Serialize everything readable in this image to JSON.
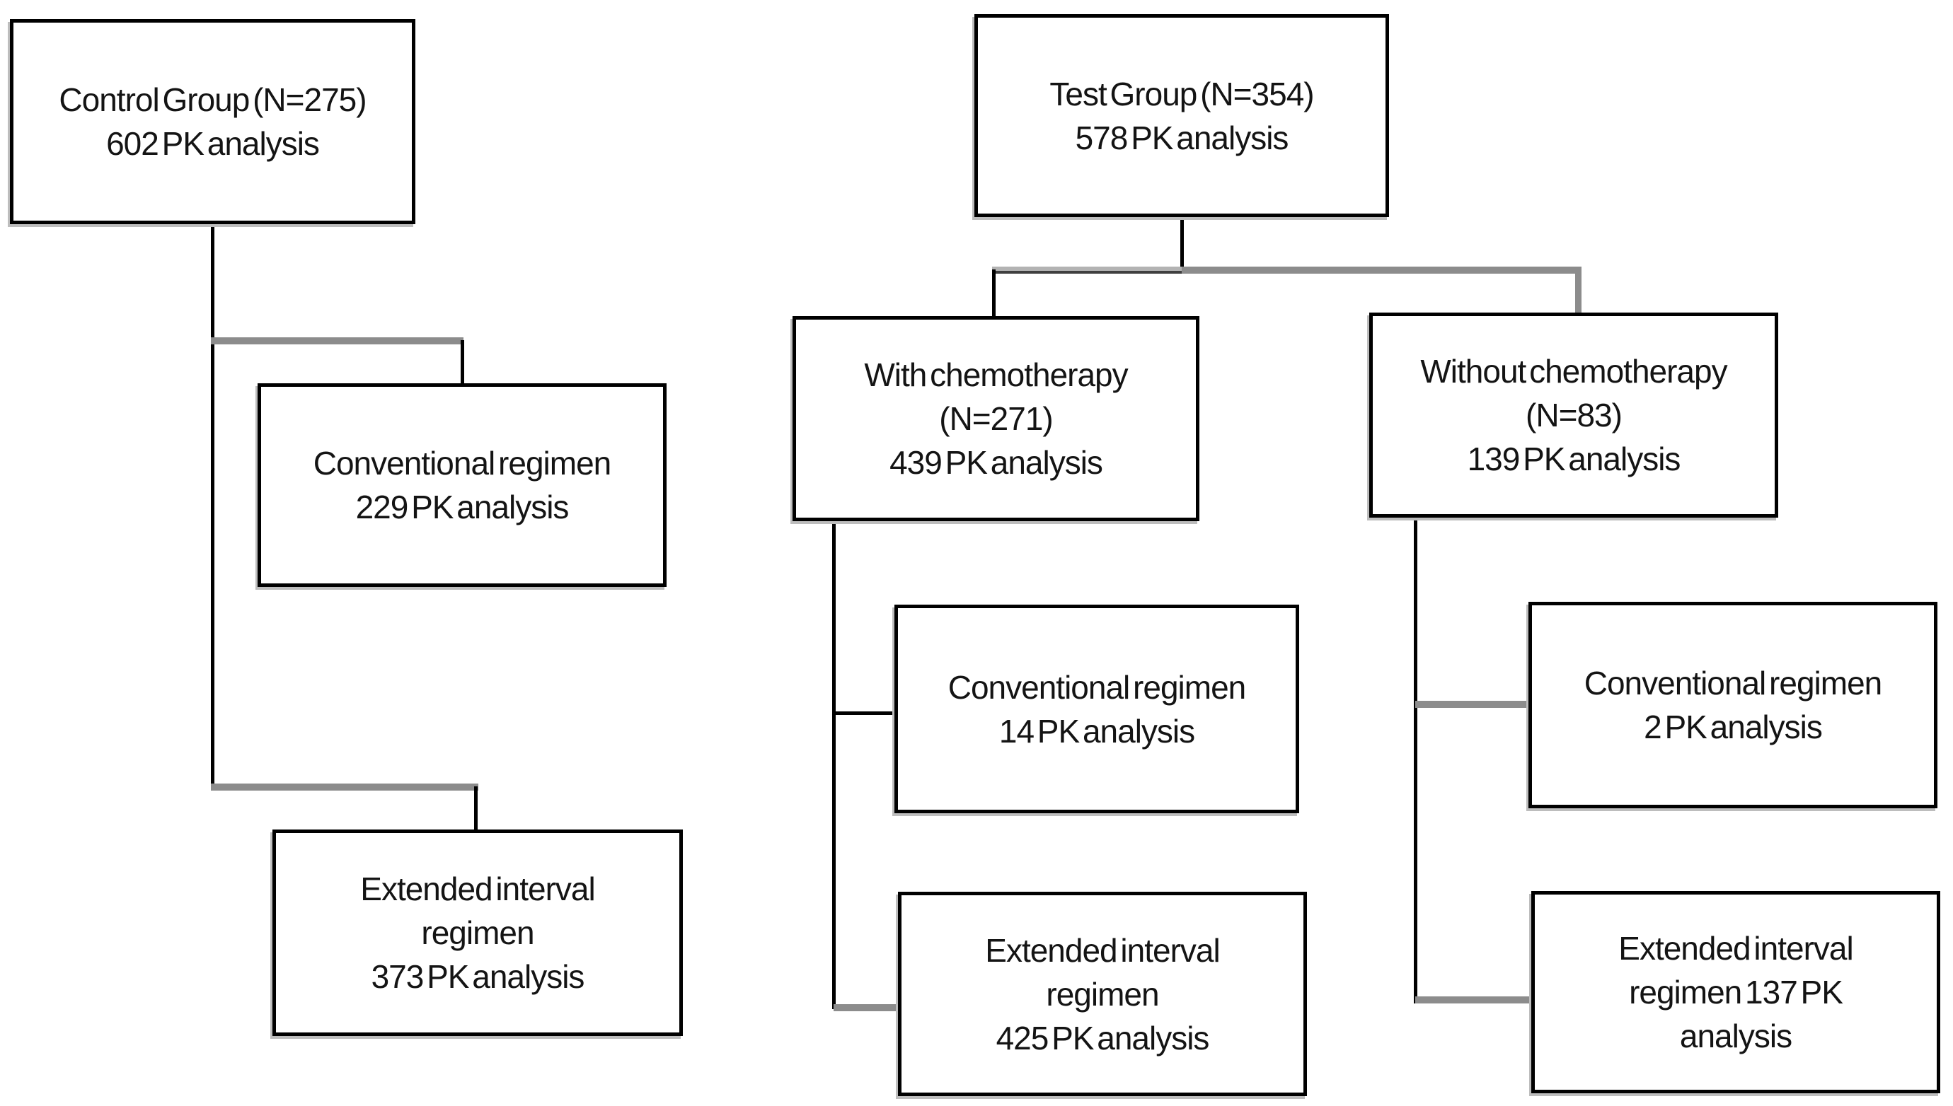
{
  "diagram": {
    "type": "flowchart",
    "description": "PK analysis study flow diagram"
  },
  "colors": {
    "box_border": "#000000",
    "text": "#141414",
    "connector_black": "#000000",
    "connector_gray": "#8c8c8c",
    "background": "#ffffff"
  },
  "nodes": {
    "control": {
      "lines": [
        "Control Group (N=275)",
        "602 PK analysis"
      ]
    },
    "test": {
      "lines": [
        "Test Group (N=354)",
        "578 PK analysis"
      ]
    },
    "with_chemo": {
      "lines": [
        "With chemotherapy",
        "(N=271)",
        "439 PK analysis"
      ]
    },
    "without_chemo": {
      "lines": [
        "Without chemotherapy",
        "(N=83)",
        "139 PK analysis"
      ]
    },
    "conv_control": {
      "lines": [
        "Conventional regimen",
        "229 PK analysis"
      ]
    },
    "ext_control": {
      "lines": [
        "Extended interval",
        "regimen",
        "373 PK analysis"
      ]
    },
    "conv_with": {
      "lines": [
        "Conventional regimen",
        "14 PK analysis"
      ]
    },
    "ext_with": {
      "lines": [
        "Extended interval",
        "regimen",
        "425 PK analysis"
      ]
    },
    "conv_without": {
      "lines": [
        "Conventional regimen",
        "2 PK analysis"
      ]
    },
    "ext_without": {
      "lines": [
        "Extended interval",
        "regimen 137 PK",
        "analysis"
      ]
    }
  },
  "edges": [
    "control -> conv_control",
    "control -> ext_control",
    "test -> with_chemo",
    "test -> without_chemo",
    "with_chemo -> conv_with",
    "with_chemo -> ext_with",
    "without_chemo -> conv_without",
    "without_chemo -> ext_without"
  ]
}
